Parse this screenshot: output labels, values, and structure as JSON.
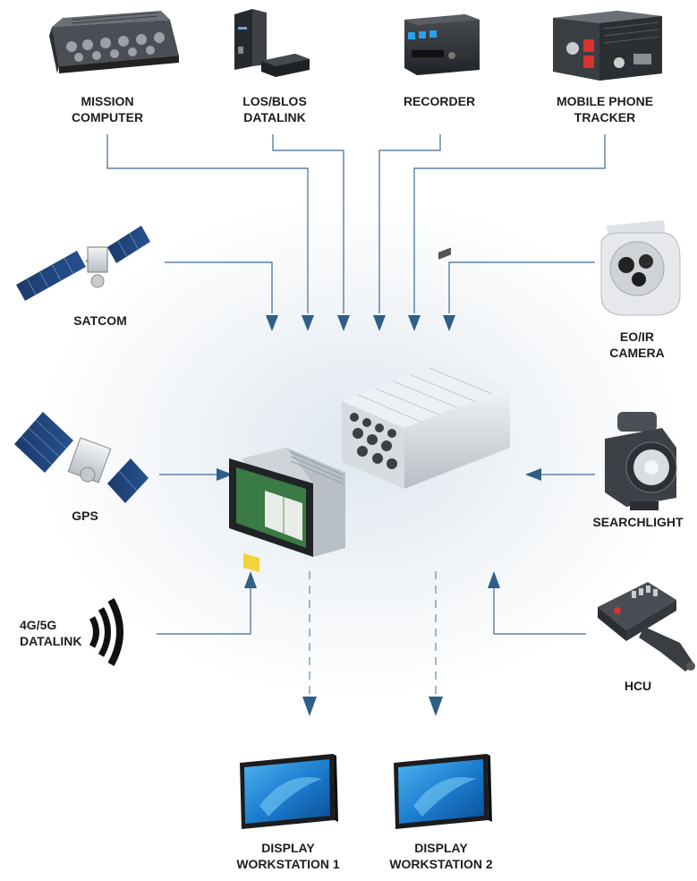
{
  "labels": {
    "mission_computer": [
      "MISSION",
      "COMPUTER"
    ],
    "los_blos_datalink": [
      "LOS/BLOS",
      "DATALINK"
    ],
    "recorder": [
      "RECORDER"
    ],
    "mobile_phone_tracker": [
      "MOBILE PHONE",
      "TRACKER"
    ],
    "satcom": [
      "SATCOM"
    ],
    "eo_ir_camera": [
      "EO/IR",
      "CAMERA"
    ],
    "gps": [
      "GPS"
    ],
    "searchlight": [
      "SEARCHLIGHT"
    ],
    "datalink_4g5g": [
      "4G/5G",
      "DATALINK"
    ],
    "hcu": [
      "HCU"
    ],
    "display_workstation_1": [
      "DISPLAY",
      "WORKSTATION 1"
    ],
    "display_workstation_2": [
      "DISPLAY",
      "WORKSTATION 2"
    ]
  },
  "colors": {
    "connector": "#3f6b93",
    "arrowhead": "#2f5f88",
    "dashed_connector": "#7f9fbd",
    "label_text": "#1e1e1e"
  },
  "icons": [
    "mission-computer-icon",
    "datalink-unit-icon",
    "recorder-icon",
    "phone-tracker-icon",
    "satellite-icon",
    "camera-turret-icon",
    "gps-satellite-icon",
    "searchlight-icon",
    "wireless-signal-icon",
    "hand-controller-icon",
    "touchscreen-console-icon",
    "processor-unit-icon",
    "monitor-icon"
  ]
}
